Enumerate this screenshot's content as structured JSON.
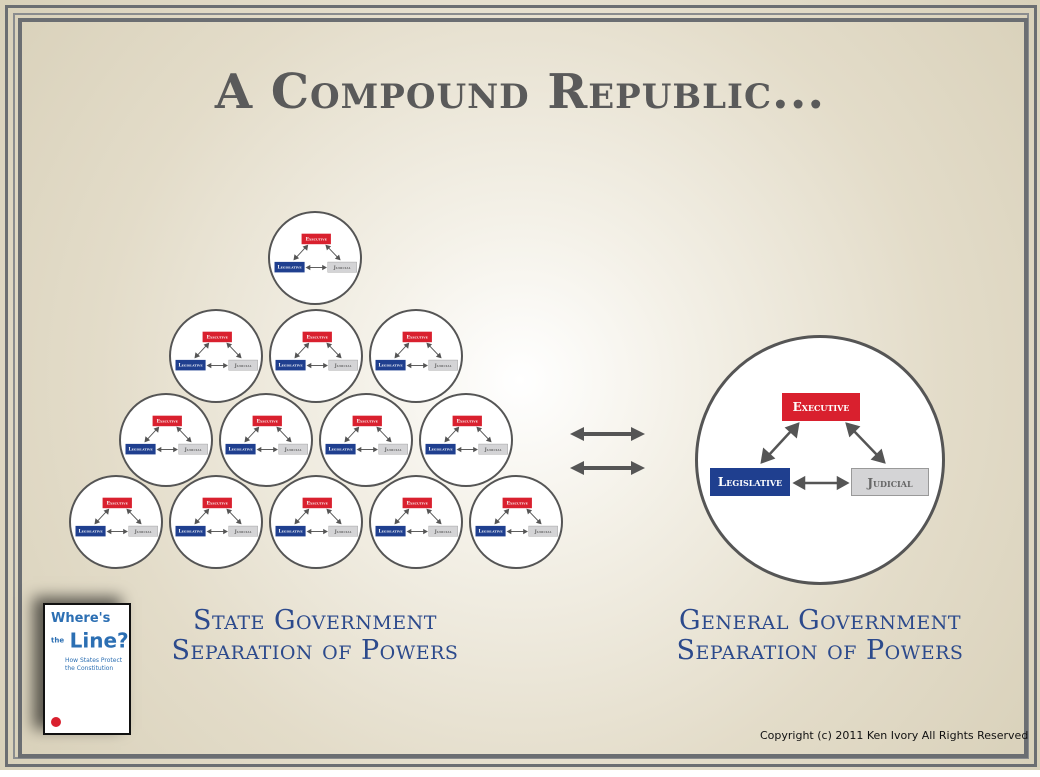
{
  "title": "A Compound Republic...",
  "branches": {
    "executive": "Executive",
    "legislative": "Legislative",
    "judicial": "Judicial"
  },
  "state_caption": {
    "line1": "State Government",
    "line2": "Separation of Powers"
  },
  "general_caption": {
    "line1": "General Government",
    "line2": "Separation of Powers"
  },
  "book": {
    "line1": "Where's",
    "line2": "the",
    "line3": "Line?",
    "subtitle": "How States Protect the Constitution"
  },
  "copyright": "Copyright (c) 2011 Ken Ivory All Rights Reserved",
  "colors": {
    "executive": "#d9202e",
    "legislative": "#1f3f8f",
    "judicial": "#d4d4d6",
    "caption": "#2c4a8c"
  }
}
